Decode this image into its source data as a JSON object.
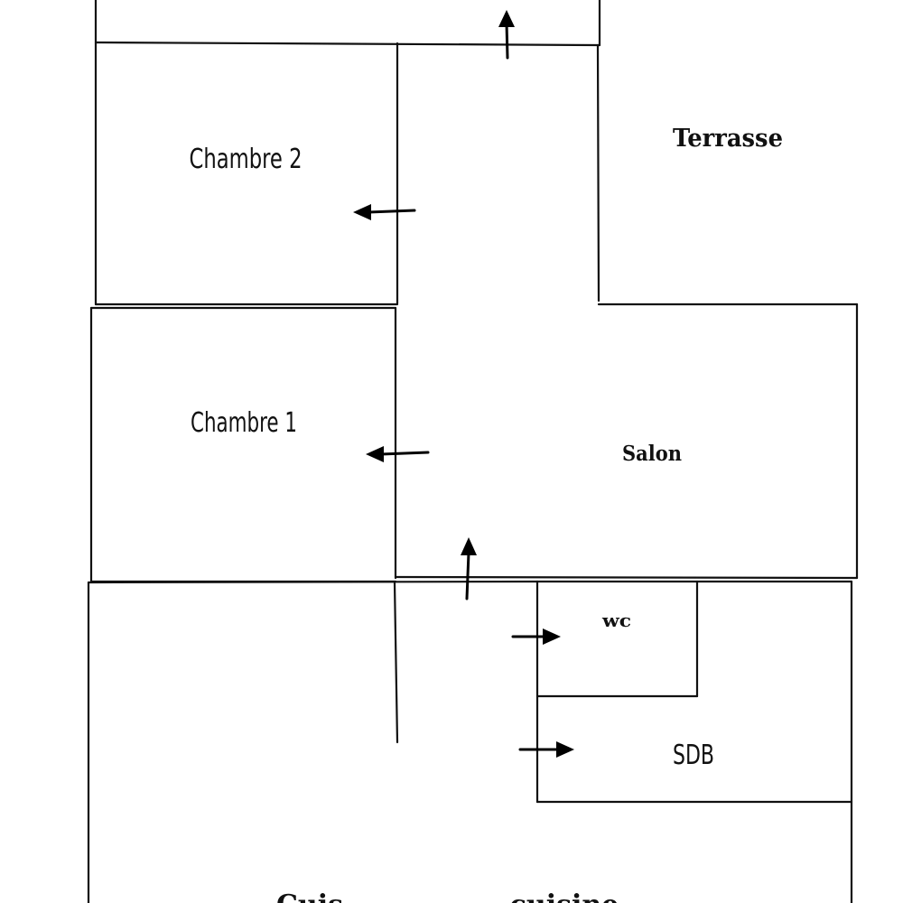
{
  "floor_plan": {
    "rooms": {
      "chambre2": "Chambre 2",
      "chambre1": "Chambre 1",
      "terrasse": "Terrasse",
      "salon": "Salon",
      "wc": "wc",
      "sdb": "SDB",
      "bottom_left_partial": "Cuis",
      "bottom_right_partial": "cuisine"
    },
    "colors": {
      "wall": "#111111",
      "arrow": "#000000",
      "background": "#ffffff"
    },
    "door_arrows": [
      {
        "name": "door-arrow-top-exit",
        "direction": "up"
      },
      {
        "name": "door-arrow-chambre2",
        "direction": "left"
      },
      {
        "name": "door-arrow-chambre1",
        "direction": "left"
      },
      {
        "name": "door-arrow-salon",
        "direction": "up"
      },
      {
        "name": "door-arrow-wc",
        "direction": "right"
      },
      {
        "name": "door-arrow-sdb",
        "direction": "right"
      }
    ]
  }
}
